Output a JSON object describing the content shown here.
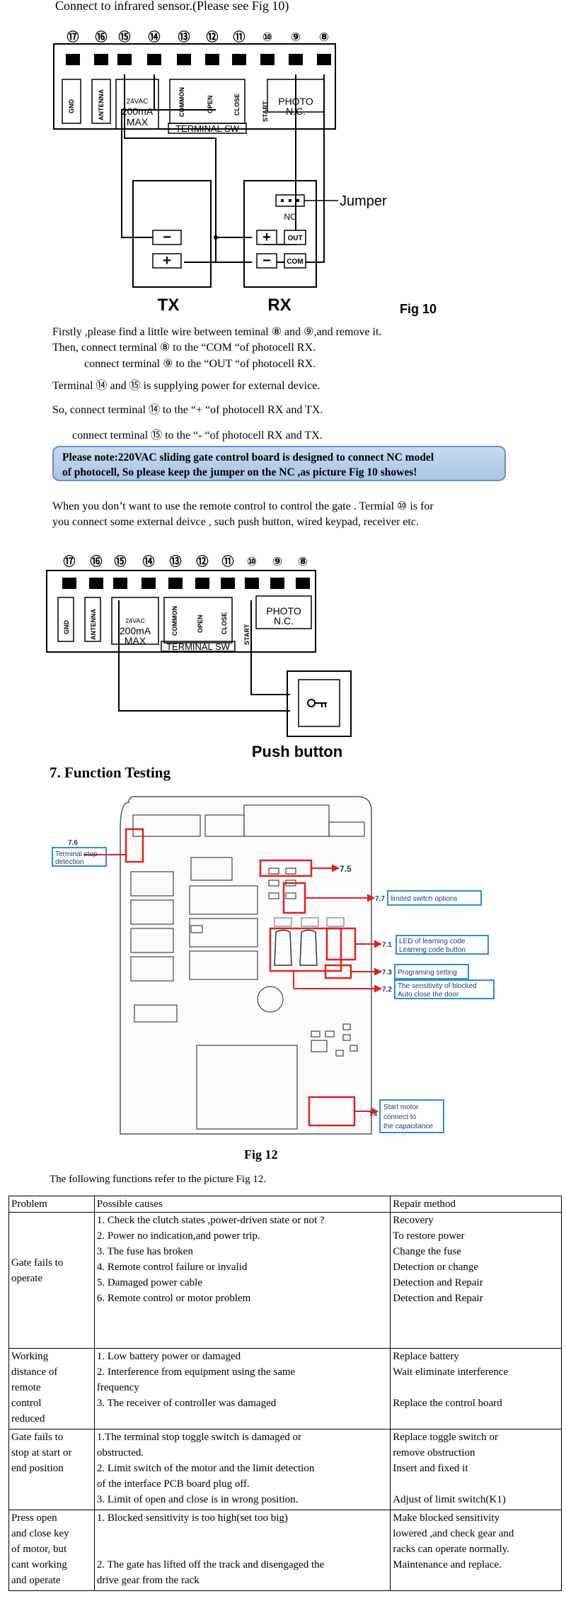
{
  "header": {
    "intro": "Connect to infrared sensor.(Please see Fig 10)"
  },
  "terminals": {
    "numbers": [
      "⑰",
      "⑯",
      "⑮",
      "⑭",
      "⑬",
      "⑫",
      "⑪",
      "⑩",
      "⑨",
      "⑧"
    ],
    "gnd": "GND",
    "antenna": "ANTENNA",
    "power_volt": "24VAC",
    "power_ma": "200mA",
    "power_max": "MAX",
    "common": "COMMON",
    "open": "OPEN",
    "close": "CLOSE",
    "start": "START",
    "photo": "PHOTO",
    "nc": "N.C.",
    "terminal_sw": "TERMINAL SW"
  },
  "fig10": {
    "jumper": "Jumper",
    "nc": "NC",
    "out": "OUT",
    "com": "COM",
    "minus": "−",
    "plus": "+",
    "tx": "TX",
    "rx": "RX",
    "caption": "Fig 10"
  },
  "instructions": {
    "l1": "Firstly ,please find a little wire between teminal  ⑧  and  ⑨,and remove it.",
    "l2": "Then, connect terminal  ⑧  to the “COM “of photocell RX.",
    "l3": "connect terminal  ⑨  to the “OUT “of photocell RX.",
    "l4": "Terminal ⑭ and ⑮ is supplying power for external device.",
    "l5": "So, connect terminal ⑭ to the “+ “of photocell RX and TX.",
    "l6": "connect terminal ⑮ to the “- “of photocell RX and TX."
  },
  "note": {
    "l1": "Please note:220VAC sliding gate control board is designed to connect NC model",
    "l2": "of photocell, So please keep the jumper on the NC ,as picture Fig 10 showes!"
  },
  "remote": {
    "l1": "When you don’t want to use the remote control to control the gate . Termial  ⑩  is for",
    "l2": "you connect some external deivce , such push button, wired keypad, receiver etc."
  },
  "push": {
    "label": "Push button"
  },
  "section7": {
    "title": "7. Function Testing"
  },
  "fig12": {
    "l76_num": "7.6",
    "l76_a": "Terminal stop",
    "l76_b": "detection",
    "l75": "7.5",
    "l77_num": "7.7",
    "l77": "limited switch options",
    "l71_num": "7.1",
    "l71_a": "LED of learning code",
    "l71_b": "Learning code button",
    "l73_num": "7.3",
    "l73": "Programing setting",
    "l72_num": "7.2",
    "l72_a": "The sensitivity of blocked",
    "l72_b": "Auto close the door",
    "l74_num": "7.4",
    "l74_a": "Start motor",
    "l74_b": "connect to",
    "l74_c": "the capacitance",
    "caption": "Fig 12",
    "refer": "The following functions refer to the picture Fig 12."
  },
  "table": {
    "headers": [
      "Problem",
      "Possible causes",
      "Repair method"
    ],
    "rows": [
      {
        "problem": [
          "Gate fails to",
          "operate"
        ],
        "causes": [
          "1. Check the clutch states ,power-driven state or not ?",
          "2. Power no indication,and power trip.",
          "3. The fuse has broken",
          "4. Remote control failure or invalid",
          "5. Damaged power cable",
          "6. Remote control or motor problem"
        ],
        "repair": [
          "Recovery",
          "To restore power",
          "Change the fuse",
          "Detection or change",
          "Detection and Repair",
          "Detection and Repair"
        ]
      },
      {
        "problem": [
          "Working",
          "distance of",
          "remote",
          "control",
          "reduced"
        ],
        "causes": [
          "1. Low battery power or damaged",
          "2. Interference from equipment using the same",
          "frequency",
          "3. The receiver of controller was damaged"
        ],
        "repair": [
          "Replace battery",
          "Wait eliminate interference",
          "",
          "Replace the control board"
        ]
      },
      {
        "problem": [
          "Gate fails to",
          "stop at start or",
          "end position"
        ],
        "causes": [
          "1.The terminal stop toggle switch is damaged or",
          "obstructed.",
          "2. Limit switch of the motor and the limit detection",
          "of the interface PCB board plug off.",
          "3. Limit of open and close is in wrong position."
        ],
        "repair": [
          "Replace toggle switch or",
          "remove obstruction",
          "Insert and fixed it",
          "",
          "Adjust of limit switch(K1)"
        ]
      },
      {
        "problem": [
          "Press open",
          "and close key",
          "of motor, but",
          "cant working",
          "and operate"
        ],
        "causes": [
          "1. Blocked sensitivity is too high(set too big)",
          "",
          "",
          "2. The gate has lifted off the track and disengaged the",
          "drive gear from the rack"
        ],
        "repair": [
          "Make blocked sensitivity",
          "lowered ,and check gear and",
          "racks can operate normally.",
          "Maintenance and replace.",
          ""
        ]
      }
    ]
  }
}
